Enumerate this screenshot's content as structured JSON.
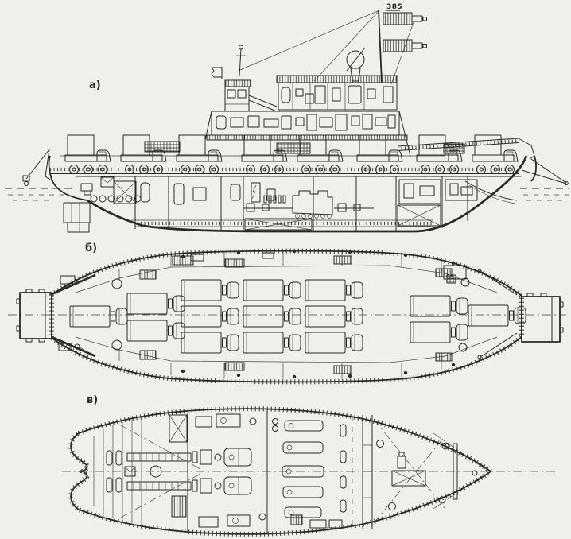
{
  "colors": {
    "paper": "#f1efe9",
    "ink": "#2b2a26"
  },
  "figure": {
    "top_annotation": "385",
    "side_view_label": "а)",
    "deck_plan_label": "б)",
    "hold_plan_label": "в)"
  }
}
